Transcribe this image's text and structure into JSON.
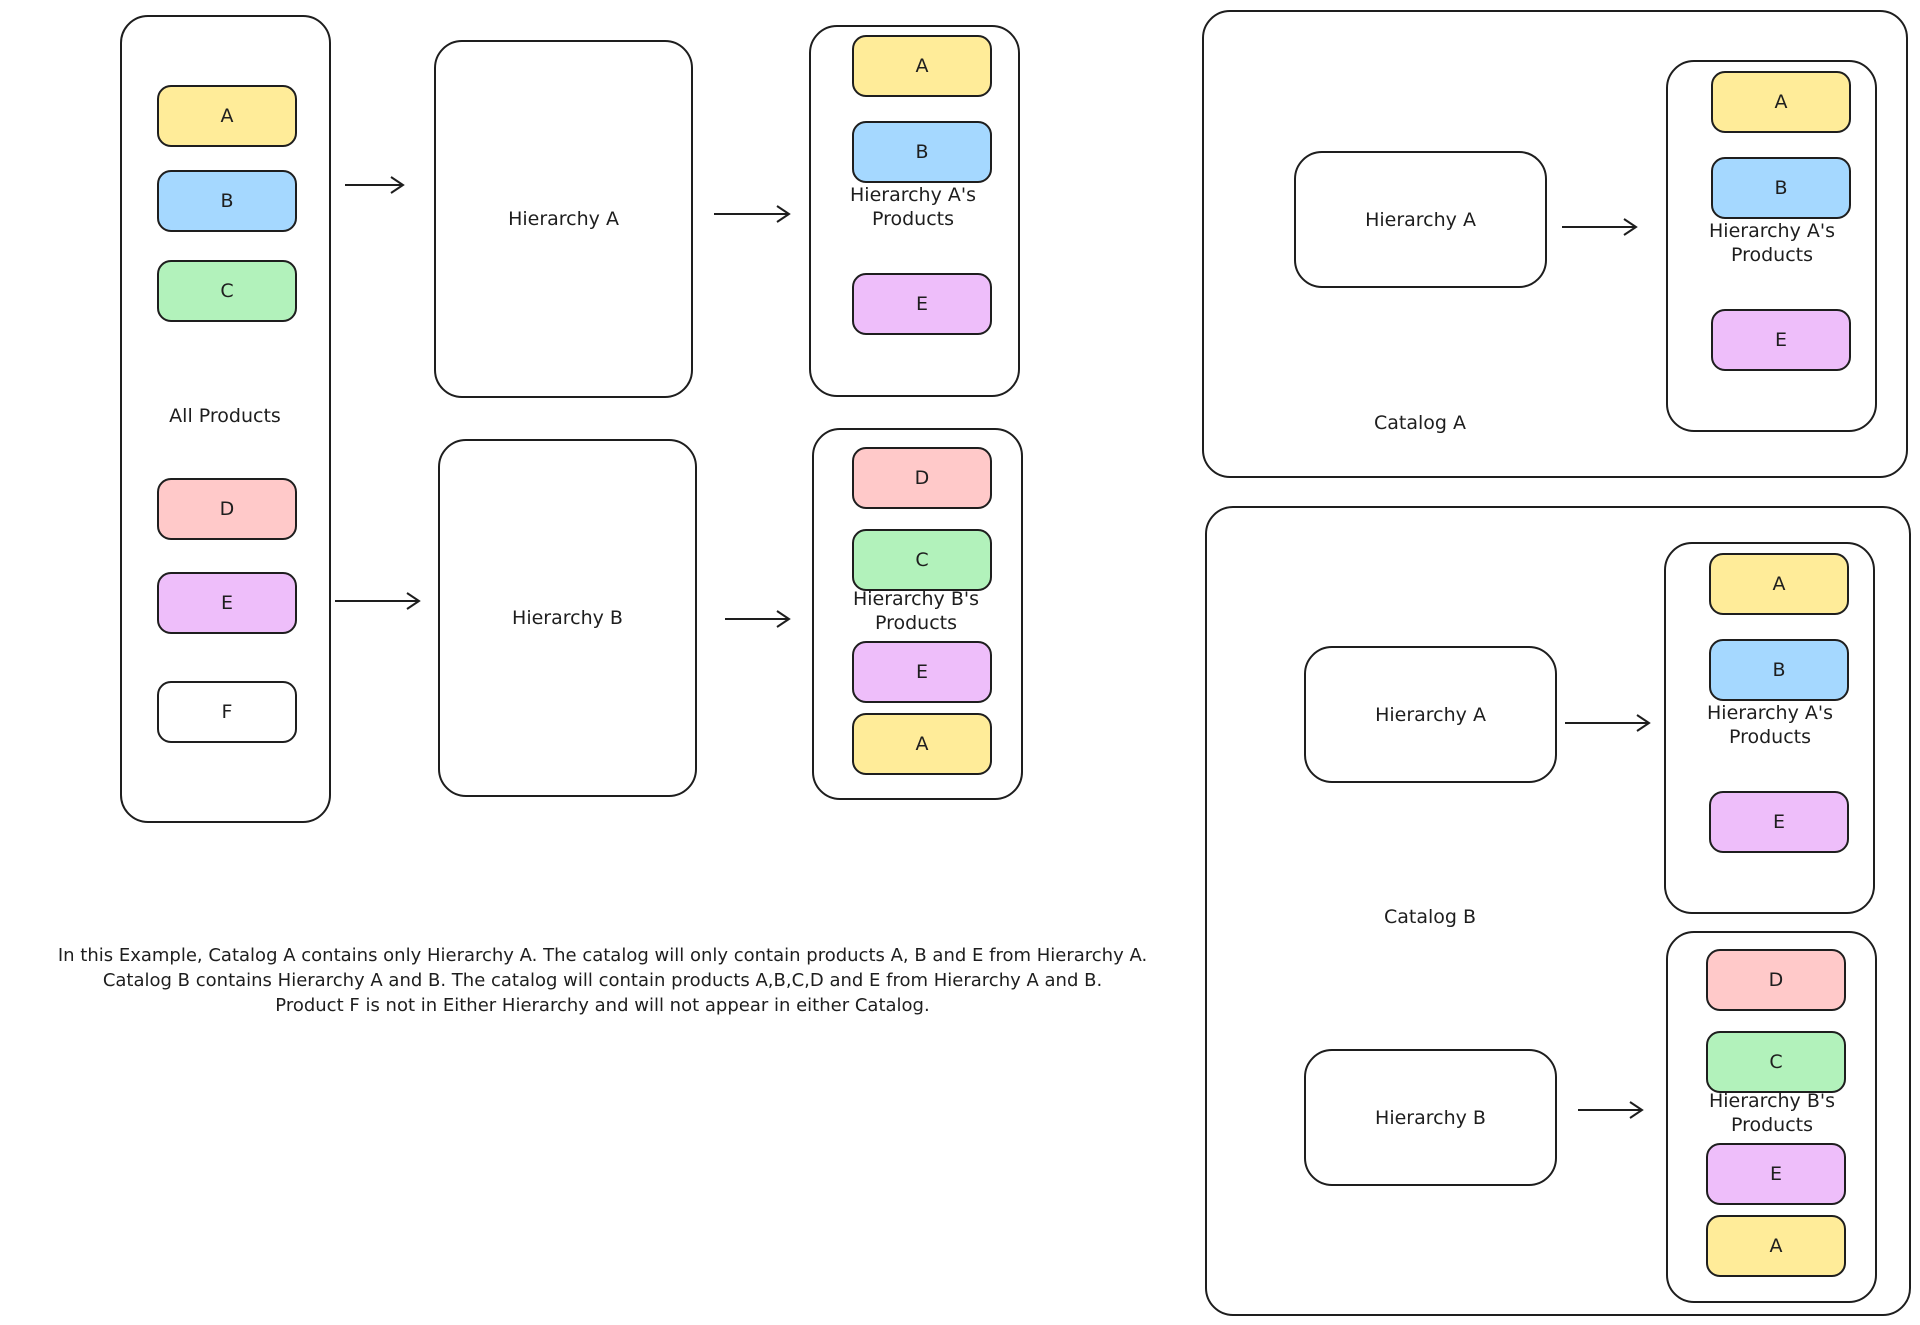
{
  "colors": {
    "yellow": "#ffec99",
    "blue": "#a5d8ff",
    "green": "#b2f2bb",
    "red": "#ffc9c9",
    "purple": "#eebefa",
    "white": "#ffffff"
  },
  "all_products": {
    "label": "All Products",
    "items": [
      {
        "label": "A",
        "color": "yellow"
      },
      {
        "label": "B",
        "color": "blue"
      },
      {
        "label": "C",
        "color": "green"
      },
      {
        "label": "D",
        "color": "red"
      },
      {
        "label": "E",
        "color": "purple"
      },
      {
        "label": "F",
        "color": "white"
      }
    ]
  },
  "hierarchy_a": {
    "label": "Hierarchy A"
  },
  "hierarchy_b": {
    "label": "Hierarchy B"
  },
  "hier_a_products": {
    "label": "Hierarchy A's\nProducts",
    "items": [
      {
        "label": "A",
        "color": "yellow"
      },
      {
        "label": "B",
        "color": "blue"
      },
      {
        "label": "E",
        "color": "purple"
      }
    ]
  },
  "hier_b_products": {
    "label": "Hierarchy B's\nProducts",
    "items": [
      {
        "label": "D",
        "color": "red"
      },
      {
        "label": "C",
        "color": "green"
      },
      {
        "label": "E",
        "color": "purple"
      },
      {
        "label": "A",
        "color": "yellow"
      }
    ]
  },
  "catalog_a": {
    "label": "Catalog A",
    "hierarchy": "Hierarchy A",
    "products_label": "Hierarchy A's\nProducts",
    "items": [
      {
        "label": "A",
        "color": "yellow"
      },
      {
        "label": "B",
        "color": "blue"
      },
      {
        "label": "E",
        "color": "purple"
      }
    ]
  },
  "catalog_b": {
    "label": "Catalog B",
    "hierarchy_a": "Hierarchy A",
    "hierarchy_b": "Hierarchy B",
    "a_products_label": "Hierarchy A's\nProducts",
    "a_items": [
      {
        "label": "A",
        "color": "yellow"
      },
      {
        "label": "B",
        "color": "blue"
      },
      {
        "label": "E",
        "color": "purple"
      }
    ],
    "b_products_label": "Hierarchy B's\nProducts",
    "b_items": [
      {
        "label": "D",
        "color": "red"
      },
      {
        "label": "C",
        "color": "green"
      },
      {
        "label": "E",
        "color": "purple"
      },
      {
        "label": "A",
        "color": "yellow"
      }
    ]
  },
  "caption": {
    "line1": "In this Example, Catalog A contains only Hierarchy A. The catalog will only contain products A, B and E from Hierarchy A.",
    "line2": "Catalog B contains Hierarchy A and B. The catalog will contain products A,B,C,D and E from Hierarchy A and B.",
    "line3": "Product F is not in Either Hierarchy and will not appear in either Catalog."
  }
}
